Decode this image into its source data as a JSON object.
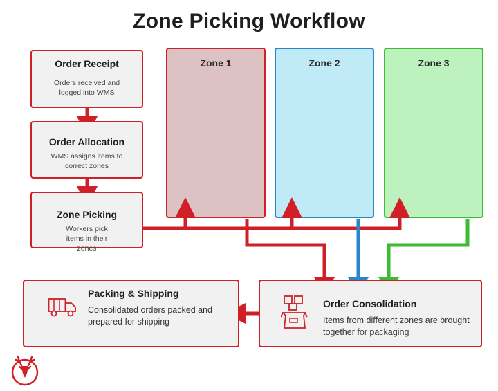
{
  "title": "Zone Picking Workflow",
  "steps": {
    "order_receipt": {
      "label": "Order Receipt",
      "desc": "Orders received and logged into WMS"
    },
    "order_allocation": {
      "label": "Order Allocation",
      "desc": "WMS assigns items to correct zones"
    },
    "zone_picking": {
      "label": "Zone Picking",
      "desc": "Workers pick items in their zones"
    },
    "order_consolidation": {
      "label": "Order Consolidation",
      "desc": "Items from different zones are brought together for packaging"
    },
    "packing_shipping": {
      "label": "Packing & Shipping",
      "desc": "Consolidated orders packed and prepared for shipping"
    }
  },
  "zones": [
    {
      "label": "Zone 1",
      "border": "#d01f26",
      "fill": "#dcc2c2"
    },
    {
      "label": "Zone 2",
      "border": "#2a86c8",
      "fill": "#bfeaf6"
    },
    {
      "label": "Zone 3",
      "border": "#3dbb32",
      "fill": "#bdf1bd"
    }
  ],
  "colors": {
    "accent_red": "#d01f26",
    "zone2_blue": "#2a86c8",
    "zone3_green": "#3dbb32"
  },
  "icons": [
    "delivery-truck-icon",
    "boxes-icon",
    "deer-logo-icon"
  ]
}
